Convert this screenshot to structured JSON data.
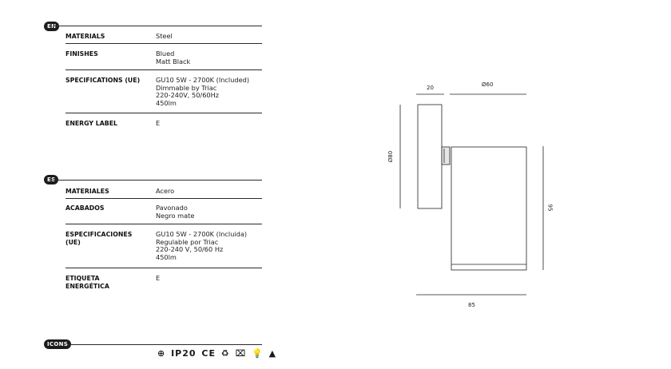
{
  "en": {
    "badge": "EN",
    "rows": [
      {
        "key": "MATERIALS",
        "value": "Steel"
      },
      {
        "key": "FINISHES",
        "value": "Blued\nMatt Black"
      },
      {
        "key": "SPECIFICATIONS (UE)",
        "value": "GU10 5W - 2700K (Included)\nDimmable by Triac\n220-240V, 50/60Hz\n450lm"
      },
      {
        "key": "ENERGY LABEL",
        "value": "E"
      }
    ]
  },
  "es": {
    "badge": "ES",
    "rows": [
      {
        "key": "MATERIALES",
        "value": "Acero"
      },
      {
        "key": "ACABADOS",
        "value": "Pavonado\nNegro mate"
      },
      {
        "key": "ESPECIFICACIONES\n(UE)",
        "value": "GU10 5W - 2700K (Incluida)\nRegulable por Triac\n220-240 V, 50/60 Hz\n450lm"
      },
      {
        "key": "ETIQUETA\nENERGÉTICA",
        "value": "E"
      }
    ]
  },
  "icons_section": {
    "badge": "ICONS",
    "items": [
      "ground-symbol-icon",
      "IP20",
      "CE",
      "recyclable-icon",
      "no-trash-bin-icon",
      "led-bulb-icon",
      "dimmable-icon"
    ],
    "ip_rating": "IP20",
    "ce_mark": "CE"
  },
  "drawing": {
    "dim_depth": "20",
    "dim_diameter": "Ø60",
    "dim_base_diameter": "Ø80",
    "dim_height": "95",
    "dim_length": "85"
  }
}
